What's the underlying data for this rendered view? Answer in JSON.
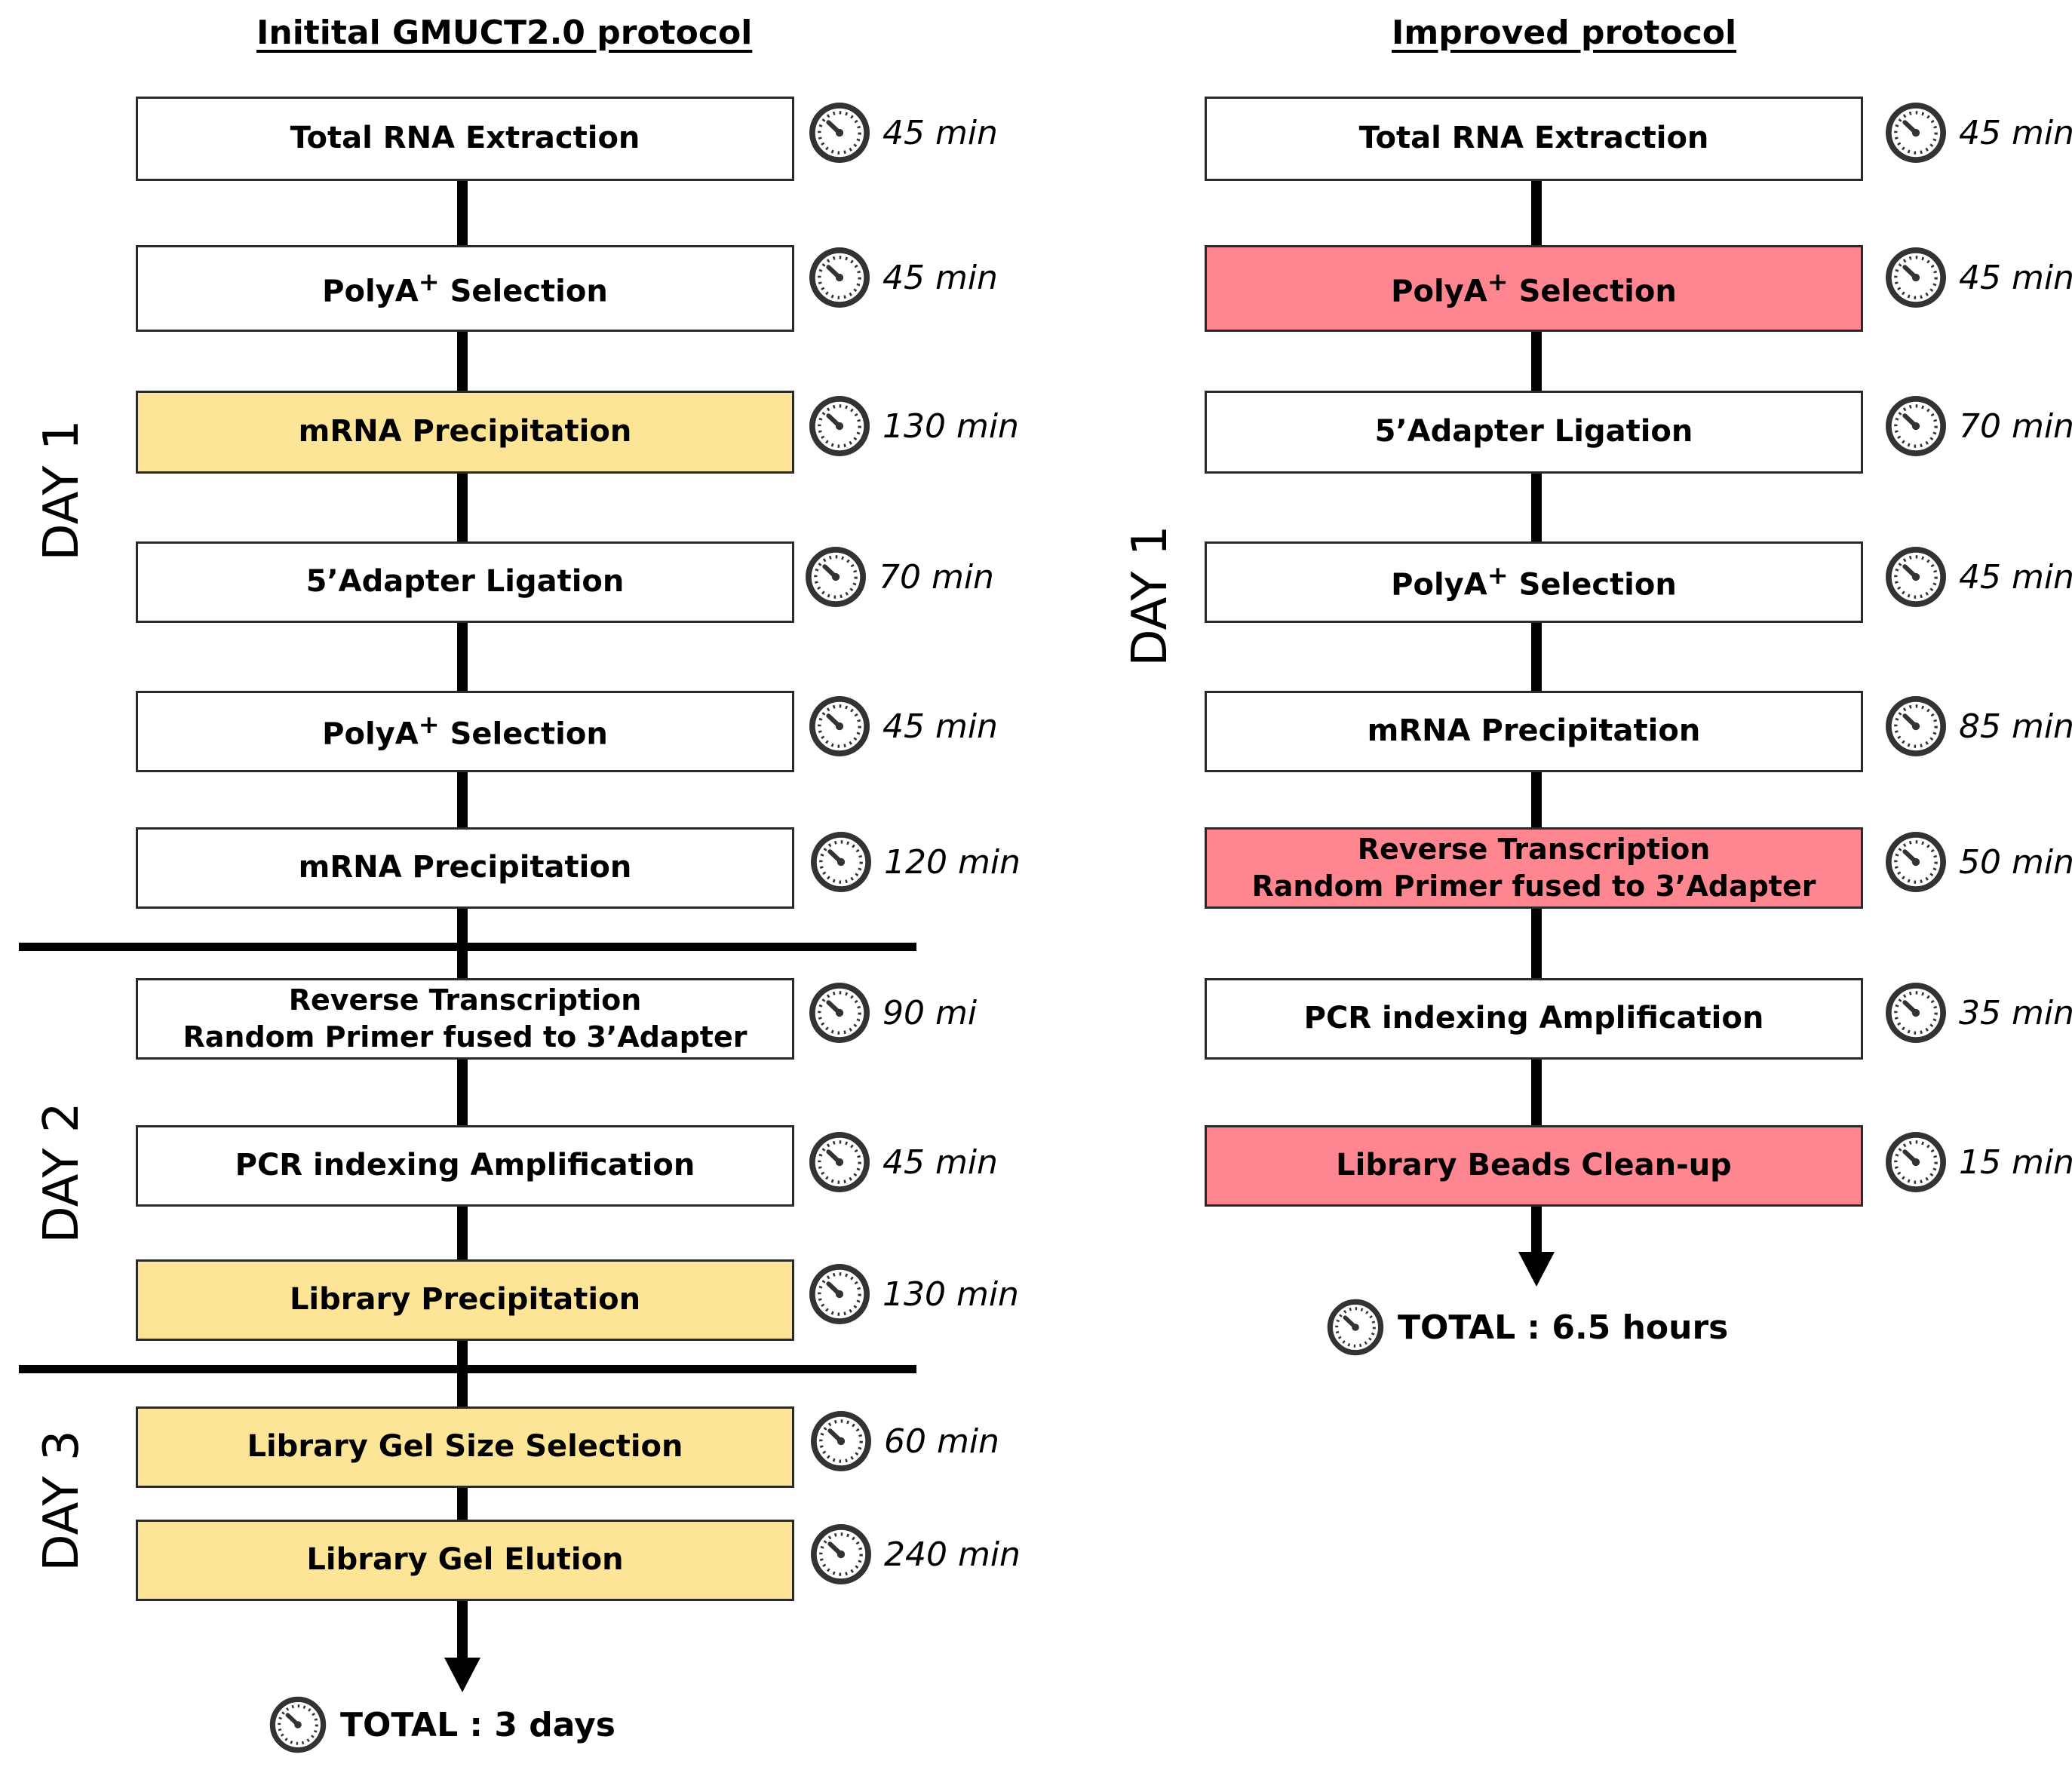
{
  "colors": {
    "box": "#ffffff",
    "yellow": "#fde597",
    "pink": "#fd8690",
    "stroke": "#2a2a2a"
  },
  "left": {
    "title": "Initital GMUCT2.0 protocol",
    "days": {
      "day1": "DAY 1",
      "day2": "DAY 2",
      "day3": "DAY 3"
    },
    "steps": [
      {
        "label": "Total RNA Extraction",
        "time": "45 min",
        "color": "white"
      },
      {
        "label": "PolyA<sup>+</sup> Selection",
        "time": "45 min",
        "color": "white"
      },
      {
        "label": "mRNA Precipitation",
        "time": "130 min",
        "color": "yellow"
      },
      {
        "label": "5’Adapter Ligation",
        "time": "70 min",
        "color": "white"
      },
      {
        "label": "PolyA<sup>+</sup> Selection",
        "time": "45 min",
        "color": "white"
      },
      {
        "label": "mRNA Precipitation",
        "time": "120 min",
        "color": "white"
      },
      {
        "label": "Reverse Transcription<br>Random Primer fused to 3’Adapter",
        "time": "90 mi",
        "color": "white"
      },
      {
        "label": "PCR indexing Amplification",
        "time": "45 min",
        "color": "white"
      },
      {
        "label": "Library Precipitation",
        "time": "130 min",
        "color": "yellow"
      },
      {
        "label": "Library Gel Size Selection",
        "time": "60 min",
        "color": "yellow"
      },
      {
        "label": "Library Gel Elution",
        "time": "240 min",
        "color": "yellow"
      }
    ],
    "total": "TOTAL : 3 days"
  },
  "right": {
    "title": "Improved protocol",
    "days": {
      "day1": "DAY 1"
    },
    "steps": [
      {
        "label": "Total RNA Extraction",
        "time": "45 min",
        "color": "white"
      },
      {
        "label": "PolyA<sup>+</sup> Selection",
        "time": "45 min",
        "color": "pink"
      },
      {
        "label": "5’Adapter Ligation",
        "time": "70 min",
        "color": "white"
      },
      {
        "label": "PolyA<sup>+</sup> Selection",
        "time": "45 min",
        "color": "white"
      },
      {
        "label": "mRNA Precipitation",
        "time": "85 min",
        "color": "white"
      },
      {
        "label": "Reverse Transcription<br>Random Primer fused to 3’Adapter",
        "time": "50 min",
        "color": "pink"
      },
      {
        "label": "PCR indexing Amplification",
        "time": "35 min",
        "color": "white"
      },
      {
        "label": "Library Beads Clean-up",
        "time": "15 min",
        "color": "pink"
      }
    ],
    "total": "TOTAL : 6.5 hours"
  }
}
